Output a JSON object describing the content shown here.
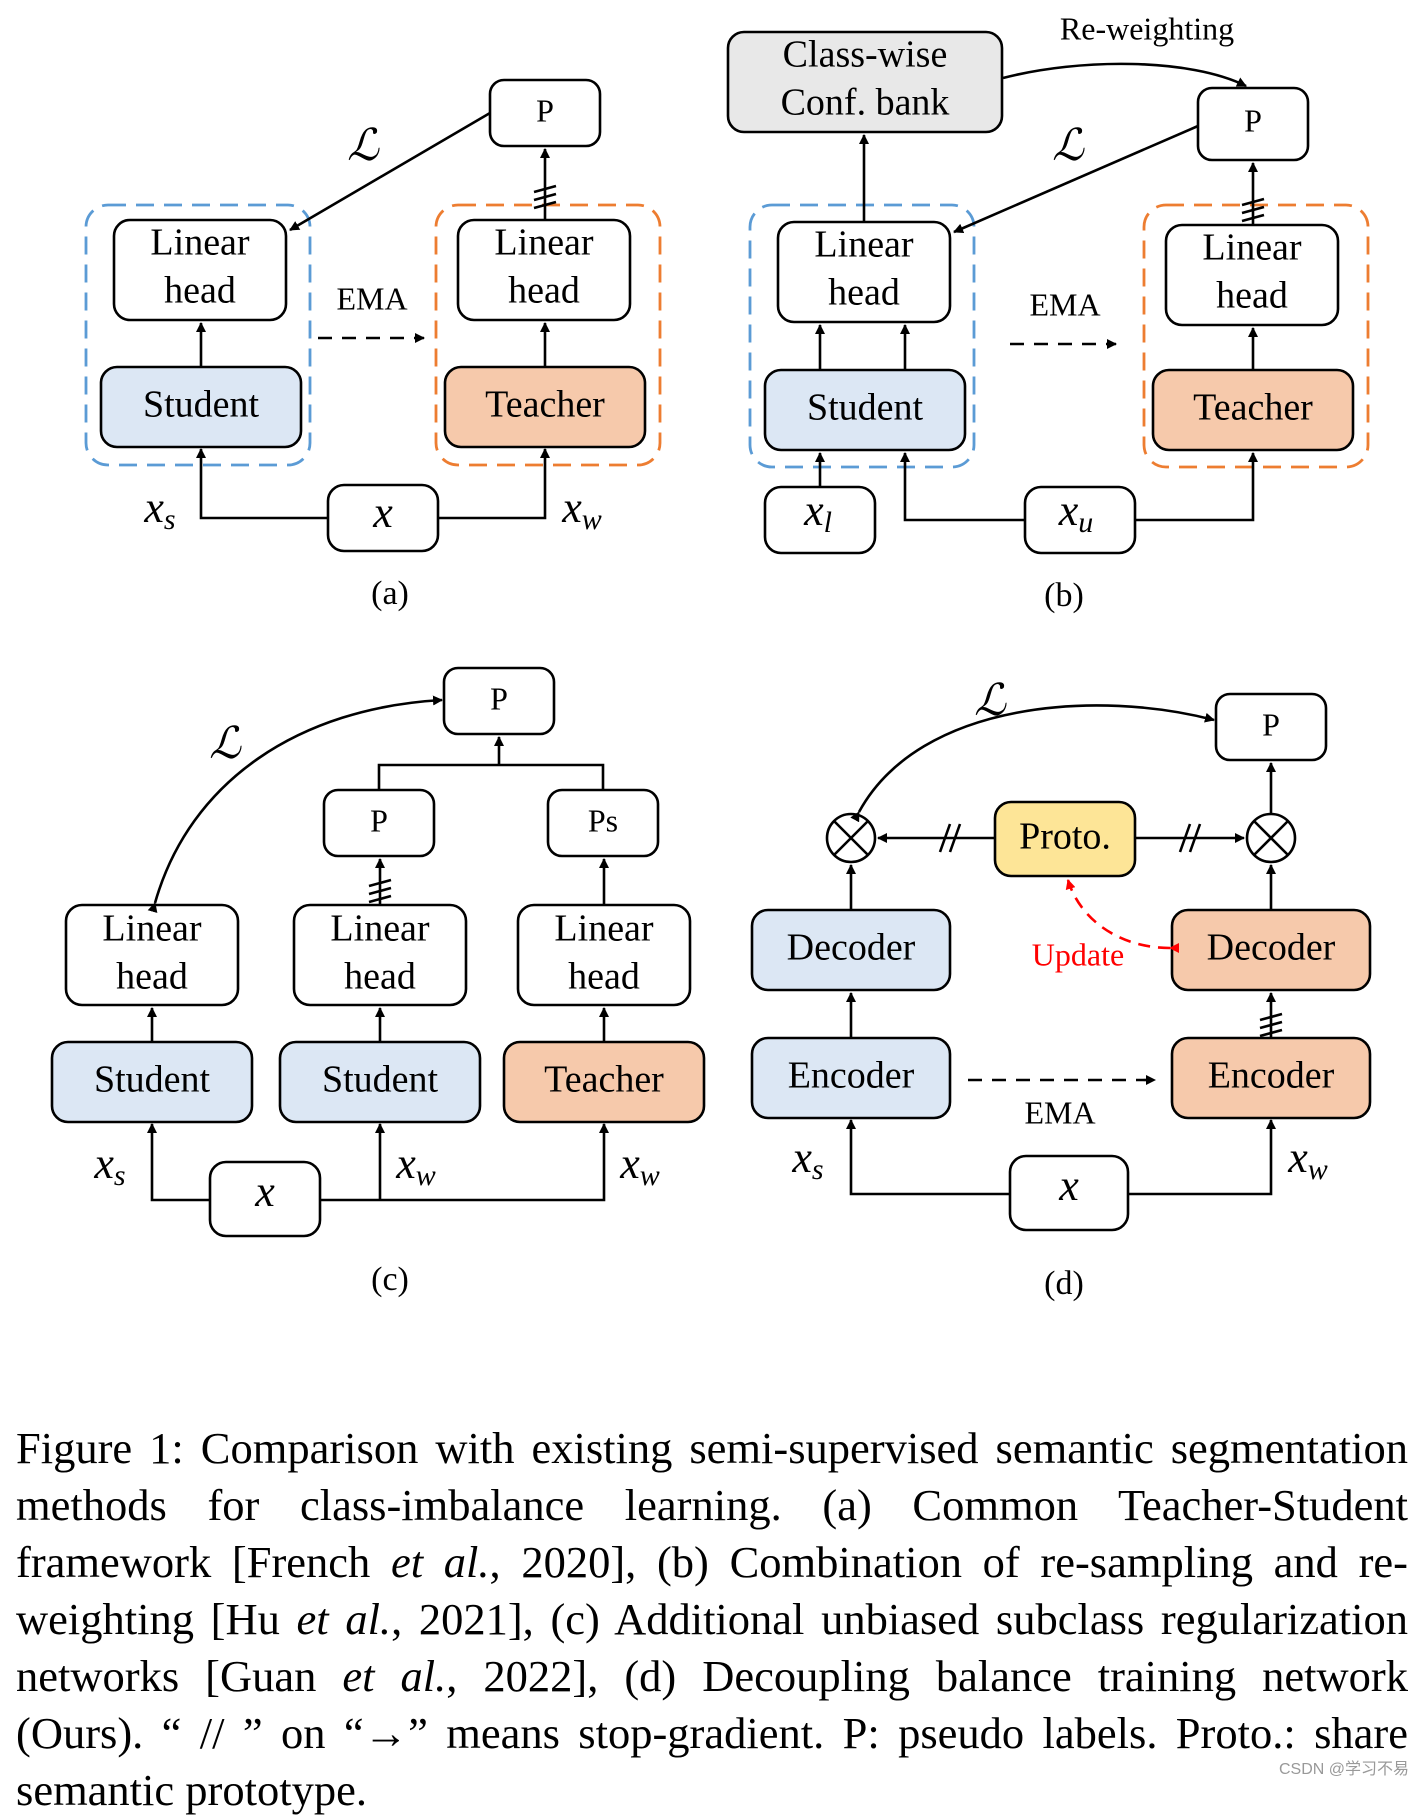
{
  "panels": {
    "a": {
      "label": "(a)",
      "pseudo": "P",
      "loss": "ℒ",
      "head_line1": "Linear",
      "head_line2": "head",
      "ema": "EMA",
      "student": "Student",
      "teacher": "Teacher",
      "input": "x",
      "strong": "x",
      "strong_sub": "s",
      "weak": "x",
      "weak_sub": "w"
    },
    "b": {
      "label": "(b)",
      "bank_line1": "Class-wise",
      "bank_line2": "Conf. bank",
      "reweight": "Re-weighting",
      "pseudo": "P",
      "loss": "ℒ",
      "head_line1": "Linear",
      "head_line2": "head",
      "ema": "EMA",
      "student": "Student",
      "teacher": "Teacher",
      "labeled": "x",
      "labeled_sub": "l",
      "unlabeled": "x",
      "unlabeled_sub": "u"
    },
    "c": {
      "label": "(c)",
      "pseudo_top": "P",
      "pseudo_mid": "P",
      "pseudo_s": "Ps",
      "loss": "ℒ",
      "head_line1": "Linear",
      "head_line2": "head",
      "student": "Student",
      "teacher": "Teacher",
      "input": "x",
      "strong": "x",
      "strong_sub": "s",
      "weak": "x",
      "weak_sub": "w"
    },
    "d": {
      "label": "(d)",
      "pseudo": "P",
      "loss": "ℒ",
      "proto": "Proto.",
      "update": "Update",
      "decoder": "Decoder",
      "encoder": "Encoder",
      "ema": "EMA",
      "input": "x",
      "strong": "x",
      "strong_sub": "s",
      "weak": "x",
      "weak_sub": "w"
    }
  },
  "caption": {
    "part1": "Figure 1: Comparison with existing semi-supervised semantic segmentation methods for class-imbalance learning. (a) Common Teacher-Student framework [French ",
    "etal1": "et al.",
    "part2": ", 2020], (b) Combination of re-sampling and re-weighting [Hu ",
    "etal2": "et al.",
    "part3": ", 2021], (c) Additional unbiased subclass regularization networks [Guan ",
    "etal3": "et al.",
    "part4": ", 2022], (d) Decoupling balance training network (Ours). “ // ” on “→” means stop-gradient. P: pseudo labels. Proto.: share semantic prototype."
  },
  "watermark": "CSDN @学习不易",
  "colors": {
    "student_fill": "#dce7f4",
    "teacher_fill": "#f6c9ab",
    "bank_fill": "#e8e8e8",
    "proto_fill": "#fde597",
    "student_frame": "#5b9bd5",
    "teacher_frame": "#ed7d31",
    "update_arrow": "#ff0000"
  }
}
